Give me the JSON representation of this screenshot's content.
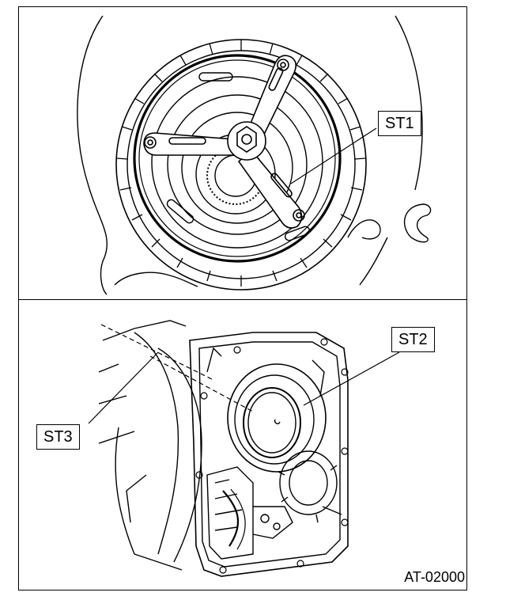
{
  "labels": {
    "st1": "ST1",
    "st2": "ST2",
    "st3": "ST3"
  },
  "figure_id": "AT-02000"
}
